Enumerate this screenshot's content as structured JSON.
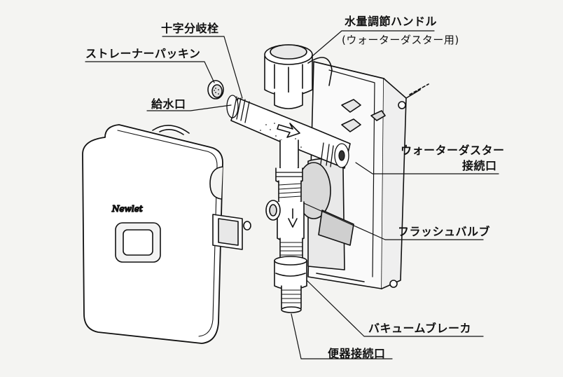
{
  "labels": {
    "cross_valve": "十字分岐栓",
    "strainer_packing": "ストレーナーパッキン",
    "water_inlet": "給水口",
    "volume_handle": "水量調節ハンドル",
    "volume_handle_sub": "(ウォーターダスター用)",
    "duster_port_line1": "ウォーターダスター",
    "duster_port_line2": "接続口",
    "flush_valve": "フラッシュバルブ",
    "vacuum_breaker": "バキュームブレーカ",
    "toilet_port": "便器接続口"
  },
  "brand": "Newlet",
  "colors": {
    "ink": "#111111",
    "paper": "#f4f4f2"
  }
}
